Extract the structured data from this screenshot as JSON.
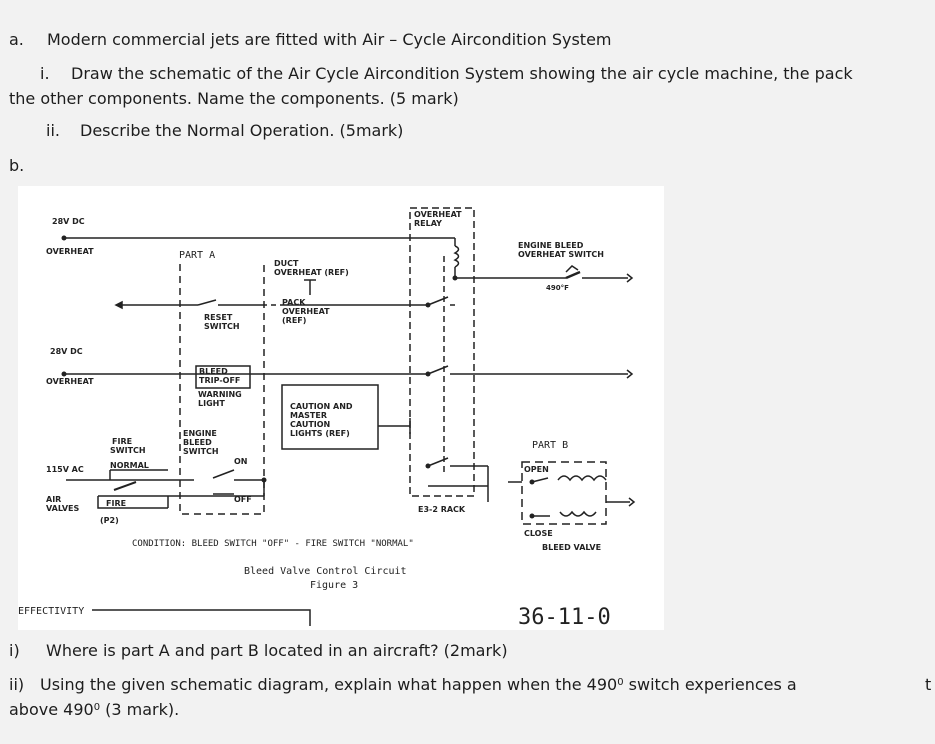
{
  "question_a": {
    "marker": "a.",
    "text": "Modern commercial jets are fitted with Air – Cycle Aircondition System",
    "sub_i_marker": "i.",
    "sub_i_line1": "Draw the schematic of the Air Cycle Aircondition System showing the air cycle machine, the pack",
    "sub_i_line2": "the other components. Name the components. (5 mark)",
    "sub_ii_marker": "ii.",
    "sub_ii_text": "Describe the Normal Operation. (5mark)"
  },
  "question_b": {
    "marker": "b."
  },
  "figure": {
    "labels": {
      "v28_top": "28V DC",
      "overheat_top": "OVERHEAT",
      "part_a": "PART A",
      "duct_overheat_1": "DUCT",
      "duct_overheat_2": "OVERHEAT (REF)",
      "overheat_relay_1": "OVERHEAT",
      "overheat_relay_2": "RELAY",
      "engine_bleed_overheat_1": "ENGINE BLEED",
      "engine_bleed_overheat_2": "OVERHEAT SWITCH",
      "temp_490": "490°F",
      "reset_1": "RESET",
      "reset_2": "SWITCH",
      "pack_1": "PACK",
      "pack_2": "OVERHEAT",
      "pack_3": "(REF)",
      "v28_mid": "28V DC",
      "overheat_mid": "OVERHEAT",
      "bleed_trip_1": "BLEED",
      "bleed_trip_2": "TRIP-OFF",
      "warning_1": "WARNING",
      "warning_2": "LIGHT",
      "caution_1": "CAUTION AND",
      "caution_2": "MASTER",
      "caution_3": "CAUTION",
      "caution_4": "LIGHTS (REF)",
      "fire_switch_1": "FIRE",
      "fire_switch_2": "SWITCH",
      "engine_bleed_1": "ENGINE",
      "engine_bleed_2": "BLEED",
      "engine_bleed_3": "SWITCH",
      "on": "ON",
      "off": "OFF",
      "v115": "115V AC",
      "normal": "NORMAL",
      "air_valves_1": "AIR",
      "air_valves_2": "VALVES",
      "fire": "FIRE",
      "p2": "(P2)",
      "part_b": "PART B",
      "open": "OPEN",
      "e3_rack": "E3-2 RACK",
      "close": "CLOSE",
      "bleed_valve": "BLEED VALVE",
      "condition": "CONDITION: BLEED SWITCH \"OFF\" - FIRE SWITCH \"NORMAL\"",
      "caption_1": "Bleed Valve Control Circuit",
      "caption_2": "Figure 3",
      "effectivity": "EFFECTIVITY",
      "page_code": "36-11-0"
    }
  },
  "questions_b": {
    "i_marker": "i)",
    "i_text": "Where is part A and part B located in an aircraft? (2mark)",
    "ii_marker": "ii)",
    "ii_text_a": "Using the given schematic diagram, explain what happen when the 490",
    "ii_sup": "0",
    "ii_text_b": " switch experiences a",
    "ii_trailing": "t",
    "ii_line2_a": "above 490",
    "ii_line2_sup": "0",
    "ii_line2_b": "  (3 mark)."
  }
}
